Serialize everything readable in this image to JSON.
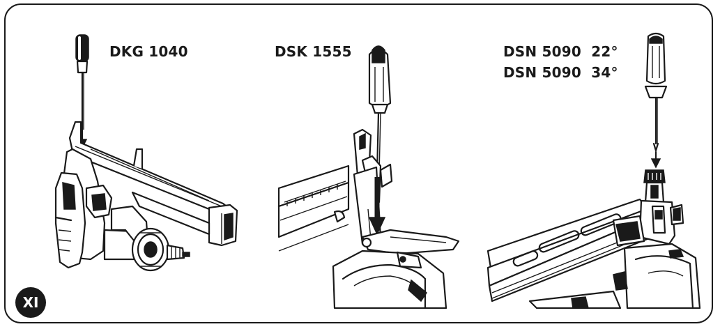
{
  "panels": [
    {
      "model_labels": [
        "DKG 1040"
      ]
    },
    {
      "model_labels": [
        "DSK 1555"
      ]
    },
    {
      "model_labels": [
        "DSN 5090  22°",
        "DSN 5090  34°"
      ]
    }
  ],
  "step_badge": "XI",
  "colors": {
    "ink": "#1a1a1a",
    "background": "#ffffff"
  }
}
